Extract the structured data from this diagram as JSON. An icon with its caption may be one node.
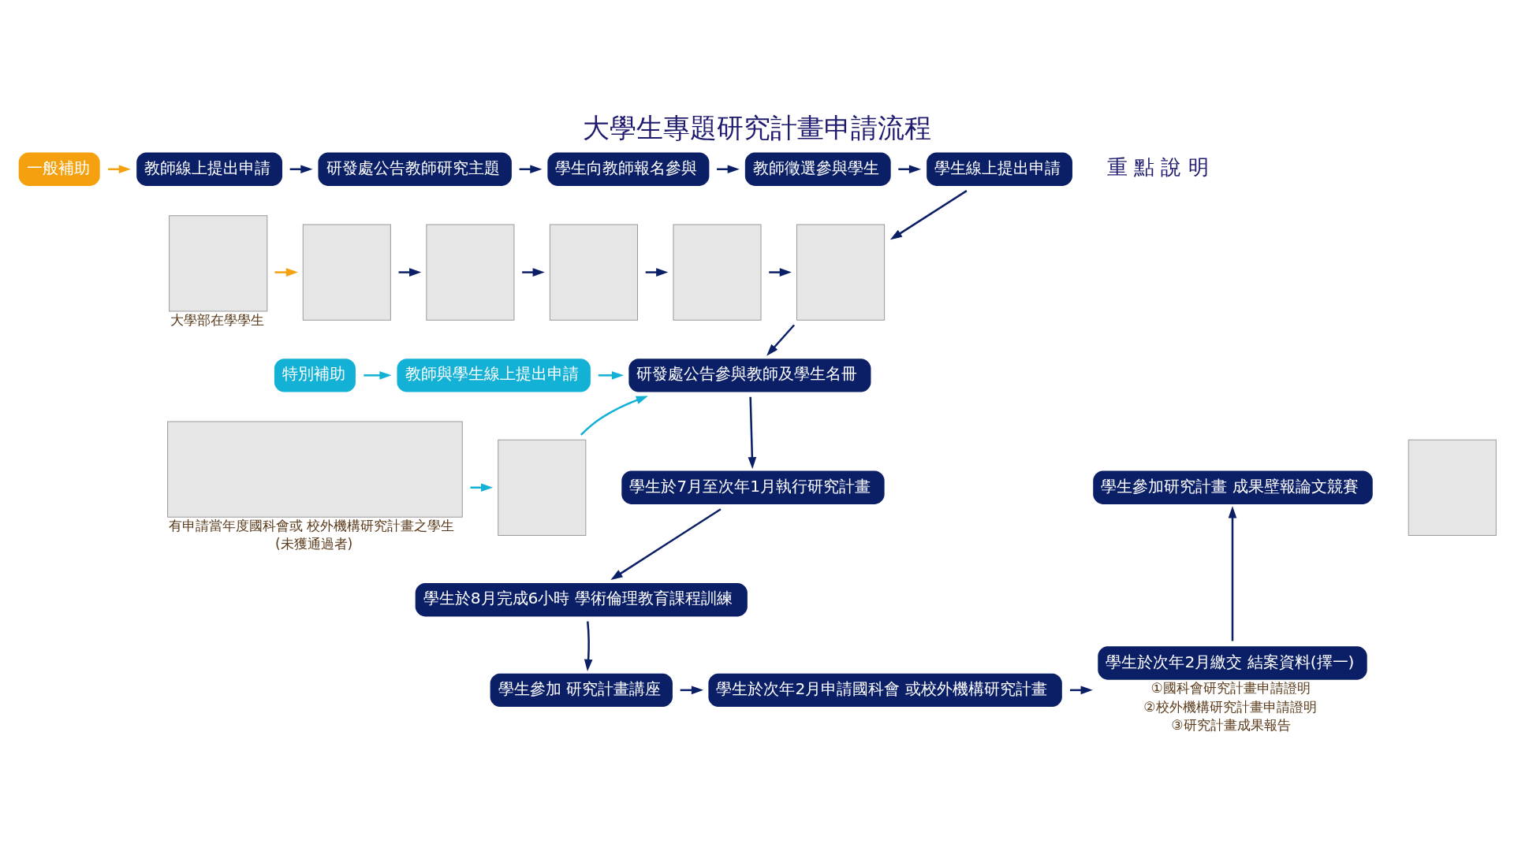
{
  "diagram": {
    "title": "大學生專題研究計畫申請流程",
    "nodes": [
      {
        "text": [
          "一般補助"
        ]
      },
      {
        "text": [
          "教師線上提出申請"
        ]
      },
      {
        "text": [
          "研發處公告教師研究主題"
        ]
      },
      {
        "text": [
          "學生向教師報名參與"
        ]
      },
      {
        "text": [
          "教師徵選參與學生"
        ]
      },
      {
        "text": [
          "學生線上提出申請"
        ]
      },
      {
        "text": [],
        "shape": "box",
        "beside": [
          "大學部在學學生"
        ]
      },
      {
        "text": [],
        "shape": "box"
      },
      {
        "text": [],
        "shape": "box"
      },
      {
        "text": [],
        "shape": "box"
      },
      {
        "text": [],
        "shape": "box"
      },
      {
        "text": [],
        "shape": "box"
      },
      {
        "text": [
          "特別補助"
        ]
      },
      {
        "text": [
          "教師與學生線上提出申請"
        ]
      },
      {
        "text": [
          "研發處公告參與教師及學生名冊"
        ]
      },
      {
        "text": [
          "學生於7月至次年1月執行研究計畫"
        ]
      },
      {
        "text": [],
        "shape": "box"
      },
      {
        "text": [
          "學生參加研究計畫 成果壁報論文競賽"
        ]
      },
      {
        "text": [
          "學生於8月完成6小時 學術倫理教育課程訓練"
        ]
      },
      {
        "text": [],
        "shape": "box",
        "beside": [
          "有申請當年度國科會或 校外機構研究計畫之學生",
          "(未獲通過者)"
        ]
      },
      {
        "text": [],
        "shape": "box"
      },
      {
        "text": [
          "學生參加 研究計畫講座"
        ]
      },
      {
        "text": [
          "學生於次年2月申請國科會 或校外機構研究計畫"
        ]
      },
      {
        "text": [
          "學生於次年2月繳交 結案資料(擇一)"
        ],
        "beside": [
          "①國科會研究計畫申請證明",
          "②校外機構研究計畫申請證明",
          "③研究計畫成果報告"
        ]
      }
    ],
    "edges": [
      {
        "from": 0,
        "to": 1,
        "arrow": "to",
        "color": "#f5a10f"
      },
      {
        "from": 1,
        "to": 2,
        "arrow": "to"
      },
      {
        "from": 2,
        "to": 3,
        "arrow": "to"
      },
      {
        "from": 3,
        "to": 4,
        "arrow": "to"
      },
      {
        "from": 4,
        "to": 5,
        "arrow": "to"
      },
      {
        "from": 5,
        "to": 11,
        "arrow": "to"
      },
      {
        "from": 6,
        "to": 7,
        "arrow": "to",
        "color": "#f5a10f"
      },
      {
        "from": 7,
        "to": 8,
        "arrow": "to"
      },
      {
        "from": 8,
        "to": 9,
        "arrow": "to"
      },
      {
        "from": 9,
        "to": 10,
        "arrow": "to"
      },
      {
        "from": 10,
        "to": 11,
        "arrow": "to"
      },
      {
        "from": 11,
        "to": 14,
        "arrow": "to"
      },
      {
        "from": 12,
        "to": 13,
        "arrow": "to",
        "color": "#13b1d6"
      },
      {
        "from": 13,
        "to": 14,
        "arrow": "to",
        "color": "#13b1d6"
      },
      {
        "from": 19,
        "to": 20,
        "arrow": "to",
        "color": "#13b1d6"
      },
      {
        "from": 20,
        "to": 14,
        "arrow": "to",
        "color": "#13b1d6"
      },
      {
        "from": 14,
        "to": 15,
        "arrow": "to"
      },
      {
        "from": 15,
        "to": 18,
        "arrow": "to"
      },
      {
        "from": 18,
        "to": 21,
        "arrow": "to"
      },
      {
        "from": 21,
        "to": 22,
        "arrow": "to"
      },
      {
        "from": 22,
        "to": 23,
        "arrow": "to"
      },
      {
        "from": 23,
        "to": 17,
        "arrow": "to"
      }
    ],
    "labels": [
      "重 點 說 明"
    ]
  }
}
